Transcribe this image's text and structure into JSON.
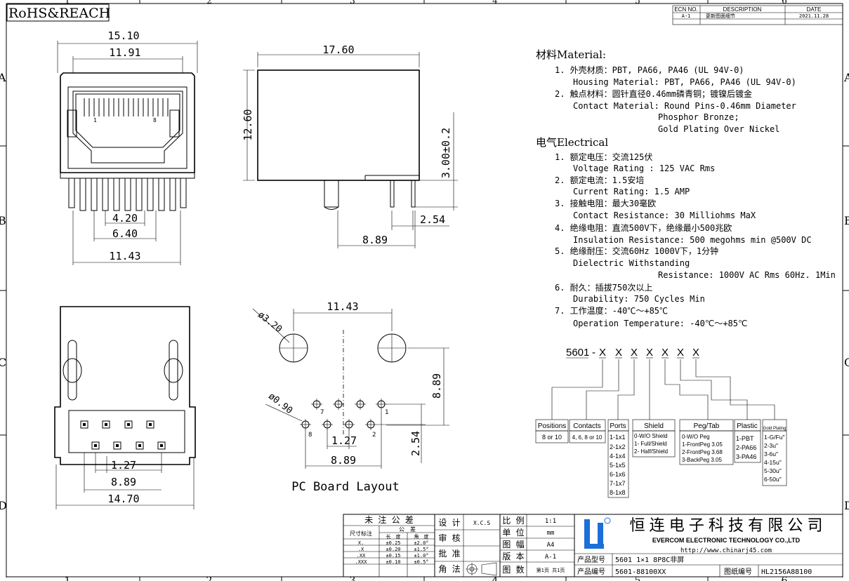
{
  "header": {
    "badge": "RoHS&REACH",
    "grid_top": [
      "1",
      "2",
      "3",
      "4",
      "5",
      "6"
    ],
    "grid_bottom": [
      "1",
      "2",
      "3",
      "4",
      "5",
      "6"
    ],
    "grid_left": [
      "A",
      "B",
      "C",
      "D"
    ],
    "grid_right": [
      "A",
      "B",
      "C",
      "D"
    ],
    "ecn": {
      "col_ecn": "ECN NO.",
      "col_desc": "DESCRIPTION",
      "col_date": "DATE",
      "row_ecn": "A-1",
      "row_desc": "更新图面细节",
      "row_date": "2021.11.28"
    }
  },
  "front_view": {
    "dims": [
      "15.10",
      "11.91",
      "4.20",
      "6.40",
      "11.43"
    ],
    "pin_labels": [
      "1",
      "8"
    ]
  },
  "side_view": {
    "dims": [
      "17.60",
      "12.60",
      "3.00±0.2",
      "2.54",
      "8.89"
    ]
  },
  "bottom_view": {
    "dims": [
      "1.27",
      "8.89",
      "14.70"
    ]
  },
  "pcb_layout": {
    "dims": [
      "ø3.20",
      "11.43",
      "8.89",
      "ø0.90",
      "1.27",
      "2.54",
      "8.89"
    ],
    "pin_labels": [
      "7",
      "1",
      "8",
      "2"
    ],
    "caption": "PC Board Layout"
  },
  "specs": {
    "material_title": "材料Material:",
    "material": [
      "1. 外壳材质：PBT, PA66, PA46 (UL 94V-0)",
      "Housing Material: PBT, PA66, PA46 (UL 94V-0)",
      "2. 触点材料：圆针直径0.46mm磷青铜；镀镍后镀金",
      "Contact Material: Round Pins-0.46mm Diameter",
      "Phosphor Bronze;",
      "Gold Plating Over Nickel"
    ],
    "electrical_title": "电气Electrical",
    "electrical": [
      "1. 额定电压：交流125伏",
      "Voltage Rating : 125 VAC Rms",
      "2. 额定电流：1.5安培",
      "Current Rating: 1.5 AMP",
      "3. 接触电阻：最大30毫欧",
      "Contact Resistance: 30 Milliohms MaX",
      "4. 绝缘电阻：直流500V下，绝缘最小500兆欧",
      "Insulation Resistance: 500 megohms min @500V DC",
      "5. 绝缘耐压：交流60Hz 1000V下，1分钟",
      "Dielectric Withstanding",
      "Resistance: 1000V AC Rms 60Hz. 1Min",
      "6. 耐久：插拔750次以上",
      "Durability: 750 Cycles Min",
      "7. 工作温度：-40℃～+85℃",
      "Operation Temperature: -40℃～+85℃"
    ]
  },
  "part_code": {
    "prefix": "5601",
    "x": "X",
    "boxes": [
      {
        "title": "Positions",
        "items": [
          "8 or 10"
        ]
      },
      {
        "title": "Contacts",
        "items": [
          "4, 6, 8 or 10"
        ]
      },
      {
        "title": "Ports",
        "items": [
          "1-1x1",
          "2-1x2",
          "4-1x4",
          "5-1x5",
          "6-1x6",
          "7-1x7",
          "8-1x8"
        ]
      },
      {
        "title": "Shield",
        "items": [
          "0-W/O Shield",
          "1- Full/Shield",
          "2- Half/Shield"
        ]
      },
      {
        "title": "Peg/Tab",
        "items": [
          "0-W/O Peg",
          "1-FrontPeg 3.05",
          "2-FrontPeg 3.68",
          "3-BackPeg 3.05"
        ]
      },
      {
        "title": "Plastic",
        "items": [
          "1-PBT",
          "2-PA66",
          "3-PA46"
        ]
      },
      {
        "title": "Gold Plating",
        "items": [
          "1-G/Fu\"",
          "2-3u\"",
          "3-6u\"",
          "4-15u\"",
          "5-30u\"",
          "6-50u\""
        ]
      }
    ]
  },
  "title_block": {
    "tol_title": "未 注 公 差",
    "tol_size": "尺寸标注",
    "tol_head": [
      "公　差",
      "长　度",
      "角　度"
    ],
    "tol_rows": [
      [
        "X.",
        "±0.25",
        "±2.0°"
      ],
      [
        ".X",
        "±0.20",
        "±1.5°"
      ],
      [
        ".XX",
        "±0.15",
        "±1.0°"
      ],
      [
        ".XXX",
        "±0.10",
        "±0.5°"
      ]
    ],
    "design": "设 计",
    "design_val": "X.C.S",
    "review": "审 核",
    "approve": "批 准",
    "angle": "角 法",
    "scale": "比 例",
    "scale_val": "1:1",
    "unit": "单 位",
    "unit_val": "mm",
    "size": "图 幅",
    "size_val": "A4",
    "version": "版 本",
    "version_val": "A-1",
    "sheets": "图 数",
    "sheets_val": "第1页 共1页",
    "company_cn": "恒 连 电 子 科 技 有 限 公 司",
    "company_en": "EVERCOM ELECTRONIC TECHNOLOGY CO.,LTD",
    "website": "http://www.chinarj45.com",
    "model_label": "产品型号",
    "model_val": "5601 1×1 8P8C非屏",
    "code_label": "产品编号",
    "code_val": "5601-88100XX",
    "drawing_label": "图纸编号",
    "drawing_val": "HL2156A88100"
  },
  "colors": {
    "logo_blue": "#1b6fd8",
    "ink": "#000000"
  }
}
